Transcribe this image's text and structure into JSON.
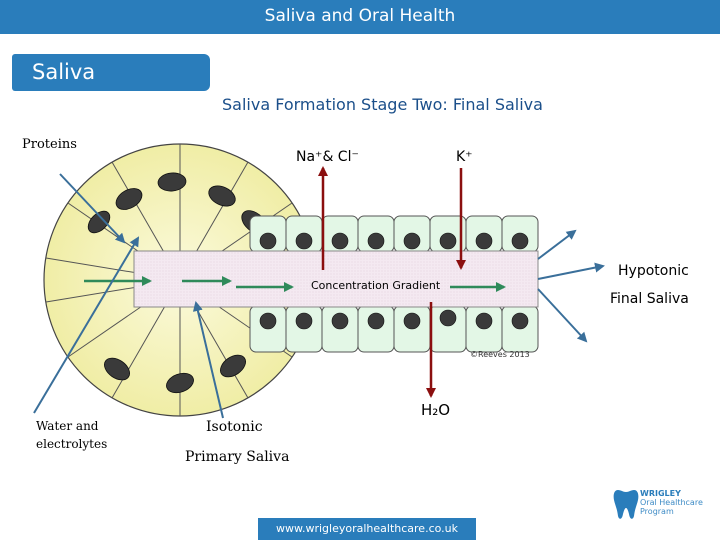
{
  "header": {
    "title": "Saliva and Oral Health"
  },
  "section_tab": {
    "label": "Saliva"
  },
  "slide": {
    "subtitle": "Saliva Formation Stage Two: Final Saliva"
  },
  "labels": {
    "proteins": "Proteins",
    "na_cl": "Na⁺& Cl⁻",
    "k": "K⁺",
    "hypotonic_line1": "Hypotonic",
    "hypotonic_line2": "Final Saliva",
    "concentration_gradient": "Concentration Gradient",
    "copyright": "©Reeves 2013",
    "water_electrolytes": "Water and electrolytes",
    "h2o": "H₂O",
    "isotonic_line1": "Isotonic",
    "isotonic_line2": "Primary Saliva"
  },
  "footer": {
    "url": "www.wrigleyoralhealthcare.co.uk"
  },
  "logo": {
    "line1": "WRIGLEY",
    "line2": "Oral Healthcare",
    "line3": "Program"
  },
  "colors": {
    "brand_blue": "#2a7dbb",
    "acinus_yellow": "#f6f4bf",
    "duct_cell_green": "#e3f7e6",
    "lumen_pink": "#f3e7ef",
    "green_arrow": "#2f8a5a",
    "red_arrow": "#8b0f0f",
    "blue_arrow": "#3a6f9a",
    "nucleus": "#3a3a3a"
  },
  "icons": [
    "tooth-icon"
  ]
}
